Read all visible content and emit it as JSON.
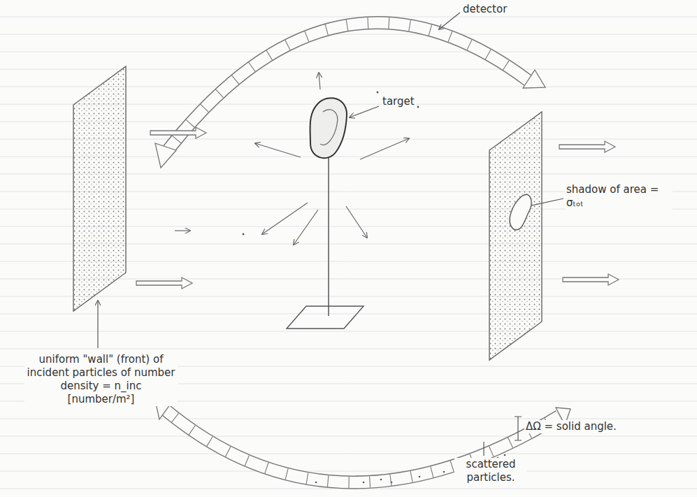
{
  "diagram": {
    "labels": [
      "detector",
      "target",
      "shadow of area = σₜₒₜ",
      "uniform \"wall\" (front) of incident particles of number density = n_inc [number/m²]",
      "ΔΩ = solid angle.",
      "scattered particles."
    ]
  }
}
